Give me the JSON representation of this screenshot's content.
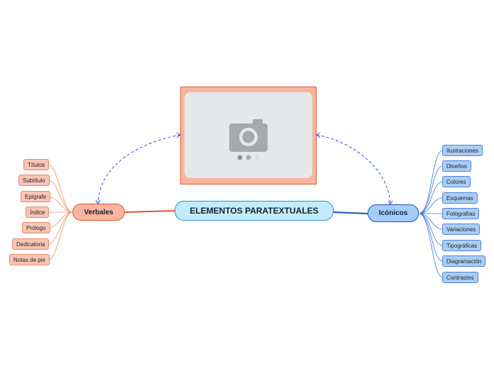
{
  "central_topic": "ELEMENTOS PARATEXTUALES",
  "image_node": {
    "icon": "camera-icon",
    "carousel_dots": 3
  },
  "branches": {
    "left": {
      "label": "Verbales",
      "color": "#e2522b",
      "items": [
        "Títulos",
        "Subtítulo",
        "Epígrafe",
        "Índice",
        "Prólogo",
        "Dedicatoria",
        "Notas de pie"
      ]
    },
    "right": {
      "label": "Icónicos",
      "color": "#1955b0",
      "items": [
        "Ilustraciones",
        "Diseños",
        "Colores",
        "Esquemas",
        "Fotografías",
        "Variaciones",
        "Tipográficas",
        "Diagramación",
        "Contrastes"
      ]
    }
  }
}
